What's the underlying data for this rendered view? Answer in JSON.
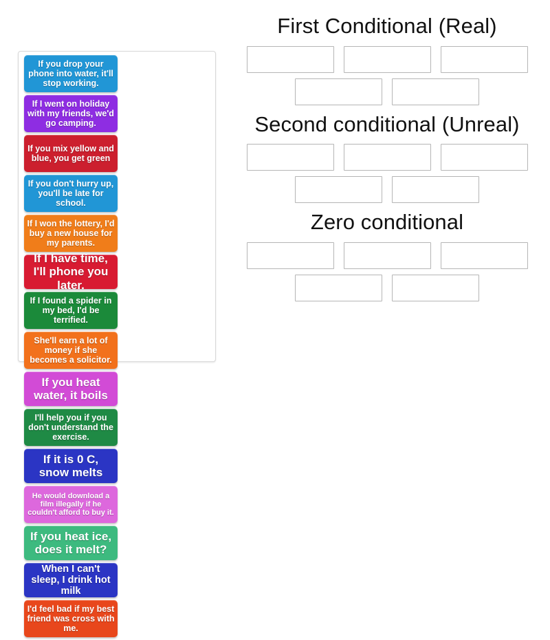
{
  "tray": {
    "name": "answer-tiles-tray",
    "tiles": [
      {
        "text": "If you drop your phone into water, it'll stop working.",
        "color": "#2196d6",
        "lines": 3,
        "size": "h3"
      },
      {
        "text": "If I went on holiday with my friends, we'd go camping.",
        "color": "#8e2de2",
        "lines": 3,
        "size": "h3"
      },
      {
        "text": "If you mix yellow and blue, you get green",
        "color": "#cc1f2e",
        "lines": 3,
        "size": "h3"
      },
      {
        "text": "If you don't hurry up, you'll be late for school.",
        "color": "#2196d6",
        "lines": 3,
        "size": "h3"
      },
      {
        "text": "If I won the lottery, I'd buy a new house for my parents.",
        "color": "#f07d1a",
        "lines": 3,
        "size": "h3"
      },
      {
        "text": "If I have time, I'll phone you later.",
        "color": "#d81b32",
        "lines": 2,
        "size": "h2"
      },
      {
        "text": "If I found a spider in my bed, I'd be terrified.",
        "color": "#1b8a3a",
        "lines": 3,
        "size": "h3"
      },
      {
        "text": "She'll earn a lot of money if she becomes a solicitor.",
        "color": "#f2711c",
        "lines": 3,
        "size": "h3"
      },
      {
        "text": "If you heat water, it boils",
        "color": "#d24bd6",
        "lines": 2,
        "size": "h2"
      },
      {
        "text": "I'll help you if you don't understand the exercise.",
        "color": "#1f8a45",
        "lines": 3,
        "size": "h3"
      },
      {
        "text": "If it is 0 C, snow melts",
        "color": "#2b35c4",
        "lines": 2,
        "size": "h2"
      },
      {
        "text": "He would download a film illegally if he couldn't afford to buy it.",
        "color": "#dd68dd",
        "lines": 3,
        "size": "h3s"
      },
      {
        "text": "If you heat ice, does it melt?",
        "color": "#3dba7f",
        "lines": 2,
        "size": "h2"
      },
      {
        "text": "When I can't sleep, I drink hot milk",
        "color": "#2b35c4",
        "lines": 2,
        "size": "h2s"
      },
      {
        "text": "I'd feel bad if my best friend was cross with me.",
        "color": "#e8471c",
        "lines": 3,
        "size": "h3"
      }
    ]
  },
  "groups": [
    {
      "title": "First Conditional (Real)",
      "rows": [
        {
          "slots": 3
        },
        {
          "slots": 2
        }
      ]
    },
    {
      "title": "Second conditional (Unreal)",
      "rows": [
        {
          "slots": 3
        },
        {
          "slots": 2
        }
      ]
    },
    {
      "title": "Zero conditional",
      "rows": [
        {
          "slots": 3
        },
        {
          "slots": 2
        }
      ]
    }
  ]
}
